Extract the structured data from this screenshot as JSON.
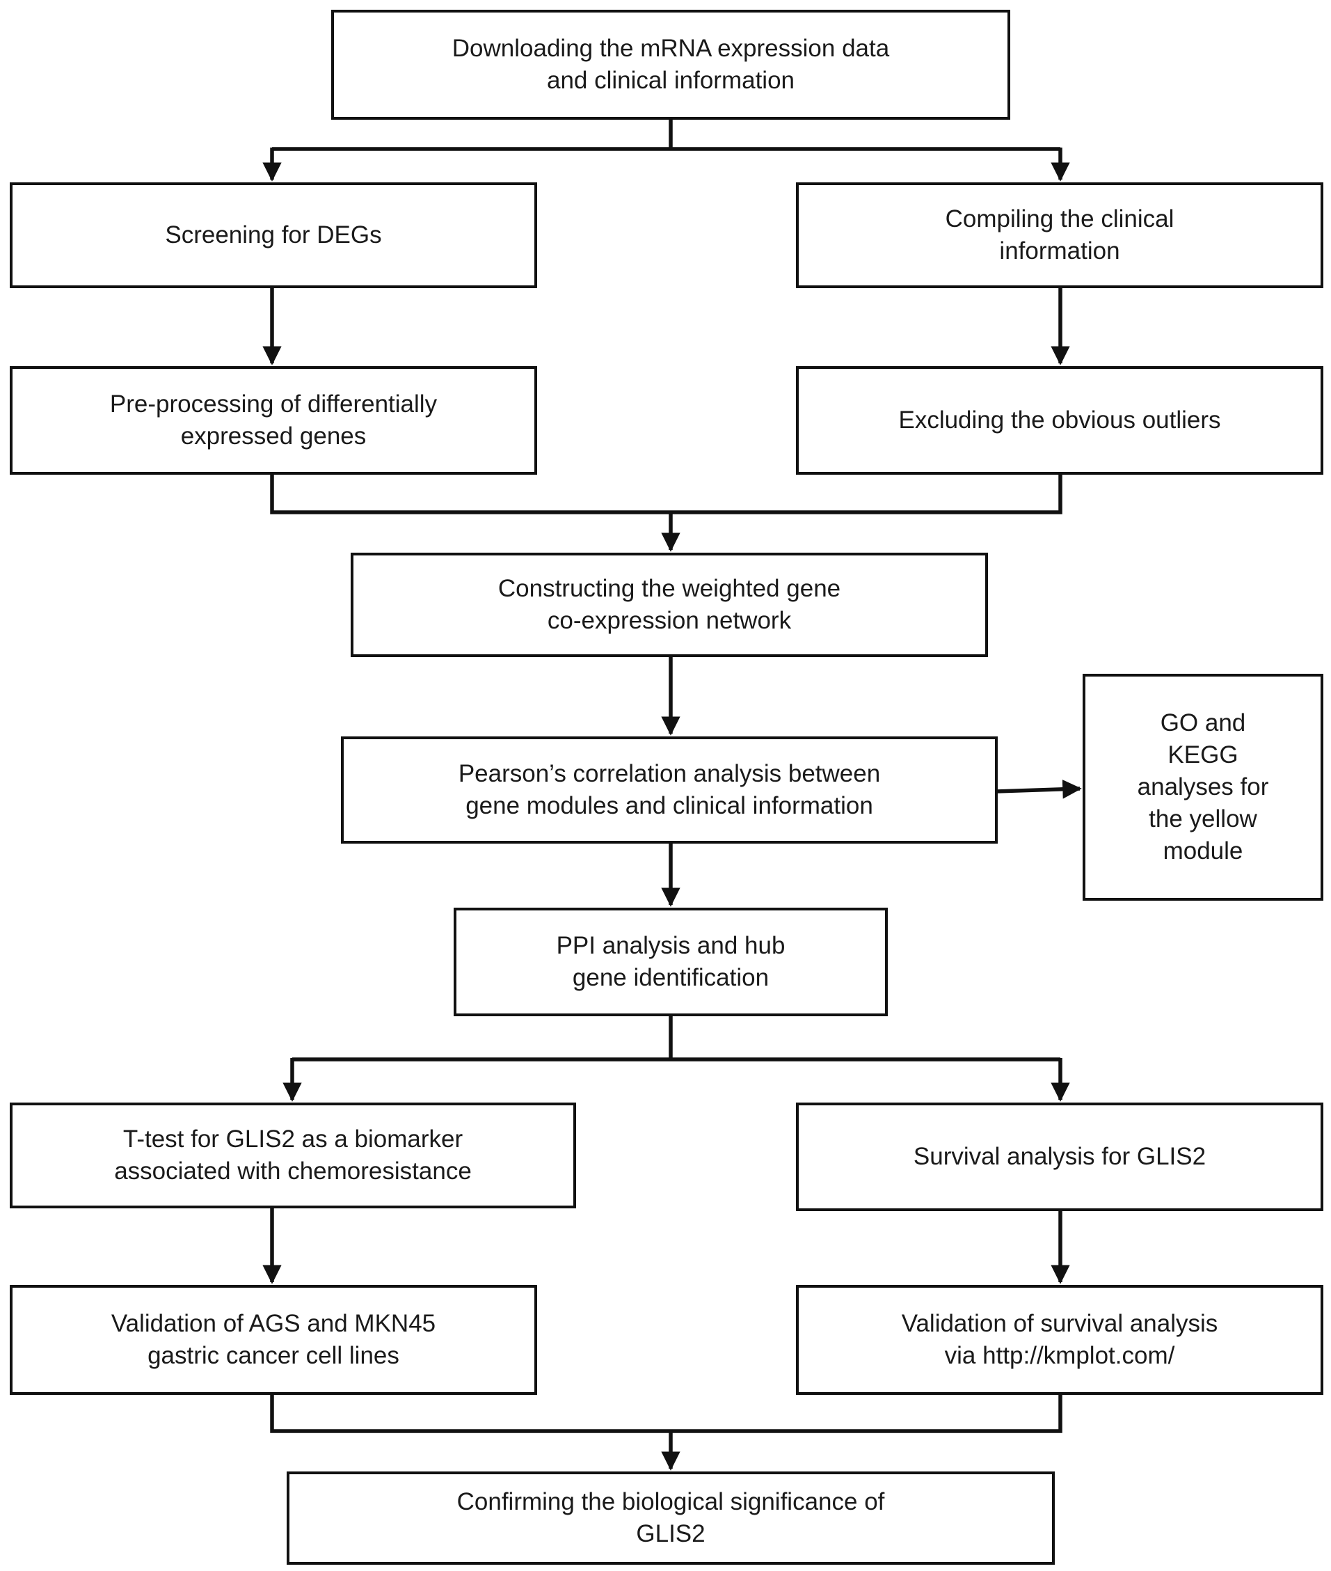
{
  "diagram": {
    "nodes": {
      "download": "Downloading the mRNA expression data\nand clinical information",
      "screening": "Screening for DEGs",
      "compiling": "Compiling the clinical\ninformation",
      "preprocessing": "Pre-processing of differentially\nexpressed genes",
      "excluding": "Excluding the obvious outliers",
      "constructing": "Constructing the weighted gene\nco-expression network",
      "pearson": "Pearson’s correlation analysis between\ngene modules and clinical information",
      "go_kegg": "GO and\nKEGG\nanalyses for\nthe yellow\nmodule",
      "ppi": "PPI analysis and hub\ngene identification",
      "ttest": "T-test for GLIS2 as a biomarker\nassociated with chemoresistance",
      "survival": "Survival analysis for GLIS2",
      "validation_cells": "Validation of AGS and MKN45\ngastric cancer cell lines",
      "validation_survival": "Validation of survival analysis\nvia http://kmplot.com/",
      "confirming": "Confirming the biological significance of\nGLIS2"
    },
    "edges": [
      {
        "from": "download",
        "to": "screening"
      },
      {
        "from": "download",
        "to": "compiling"
      },
      {
        "from": "screening",
        "to": "preprocessing"
      },
      {
        "from": "compiling",
        "to": "excluding"
      },
      {
        "from": "preprocessing",
        "to": "constructing"
      },
      {
        "from": "excluding",
        "to": "constructing"
      },
      {
        "from": "constructing",
        "to": "pearson"
      },
      {
        "from": "pearson",
        "to": "go_kegg"
      },
      {
        "from": "pearson",
        "to": "ppi"
      },
      {
        "from": "ppi",
        "to": "ttest"
      },
      {
        "from": "ppi",
        "to": "survival"
      },
      {
        "from": "ttest",
        "to": "validation_cells"
      },
      {
        "from": "survival",
        "to": "validation_survival"
      },
      {
        "from": "validation_cells",
        "to": "confirming"
      },
      {
        "from": "validation_survival",
        "to": "confirming"
      }
    ],
    "colors": {
      "line": "#111111",
      "box_fill": "#ffffff",
      "text": "#1a1a1a"
    }
  }
}
